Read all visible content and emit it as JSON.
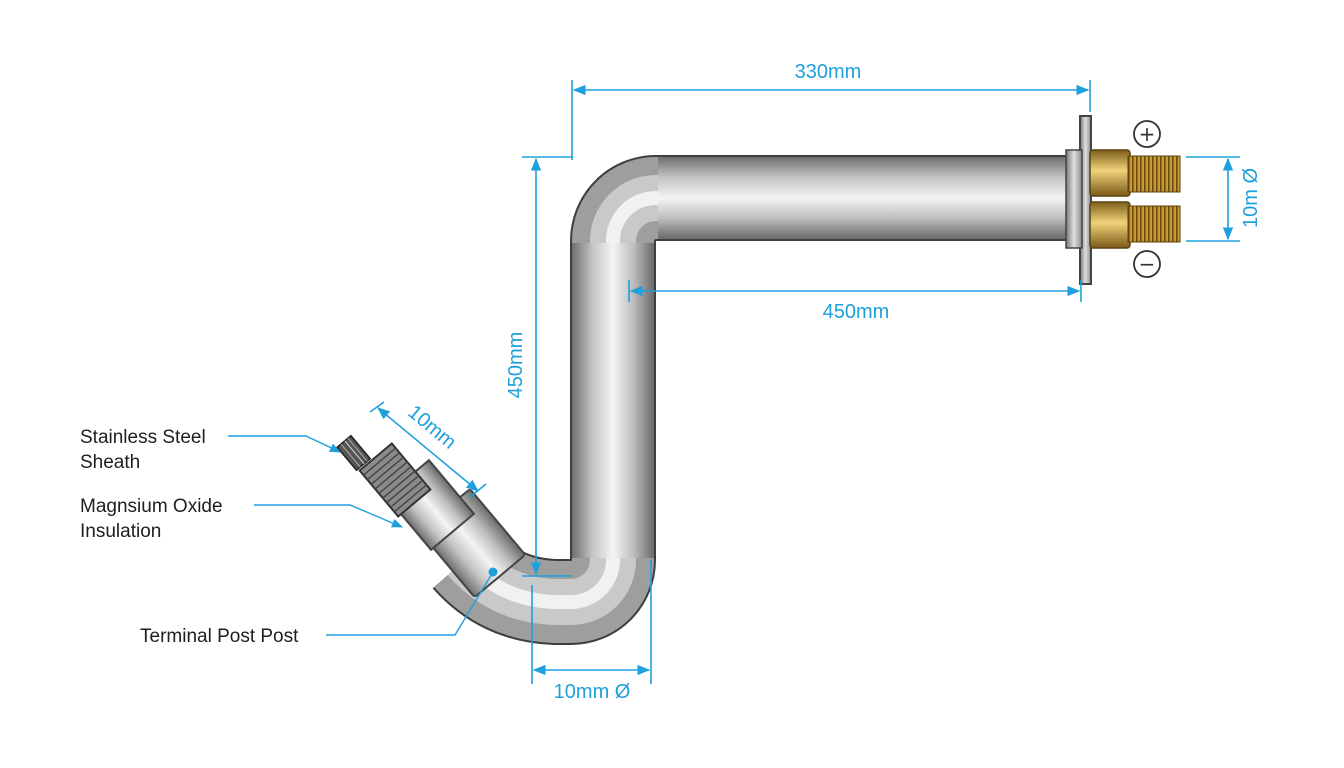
{
  "colors": {
    "dimension": "#1ea0dc",
    "tube_light": "#f2f2f2",
    "tube_mid": "#b9b9b9",
    "tube_dark": "#6f6f6f",
    "brass": "#c9a23a",
    "outline": "#444444"
  },
  "dimensions": {
    "top_length": "330mm",
    "inner_length": "450mm",
    "vertical_length": "450mm",
    "terminal_diameter": "10m Ø",
    "bottom_diameter": "10mm Ø",
    "end_length": "10mm"
  },
  "labels": {
    "sheath_line1": "Stainless Steel",
    "sheath_line2": "Sheath",
    "insulation_line1": "Magnsium Oxide",
    "insulation_line2": "Insulation",
    "terminal_post": "Terminal Post Post"
  },
  "terminals": {
    "positive": "+",
    "negative": "−"
  }
}
